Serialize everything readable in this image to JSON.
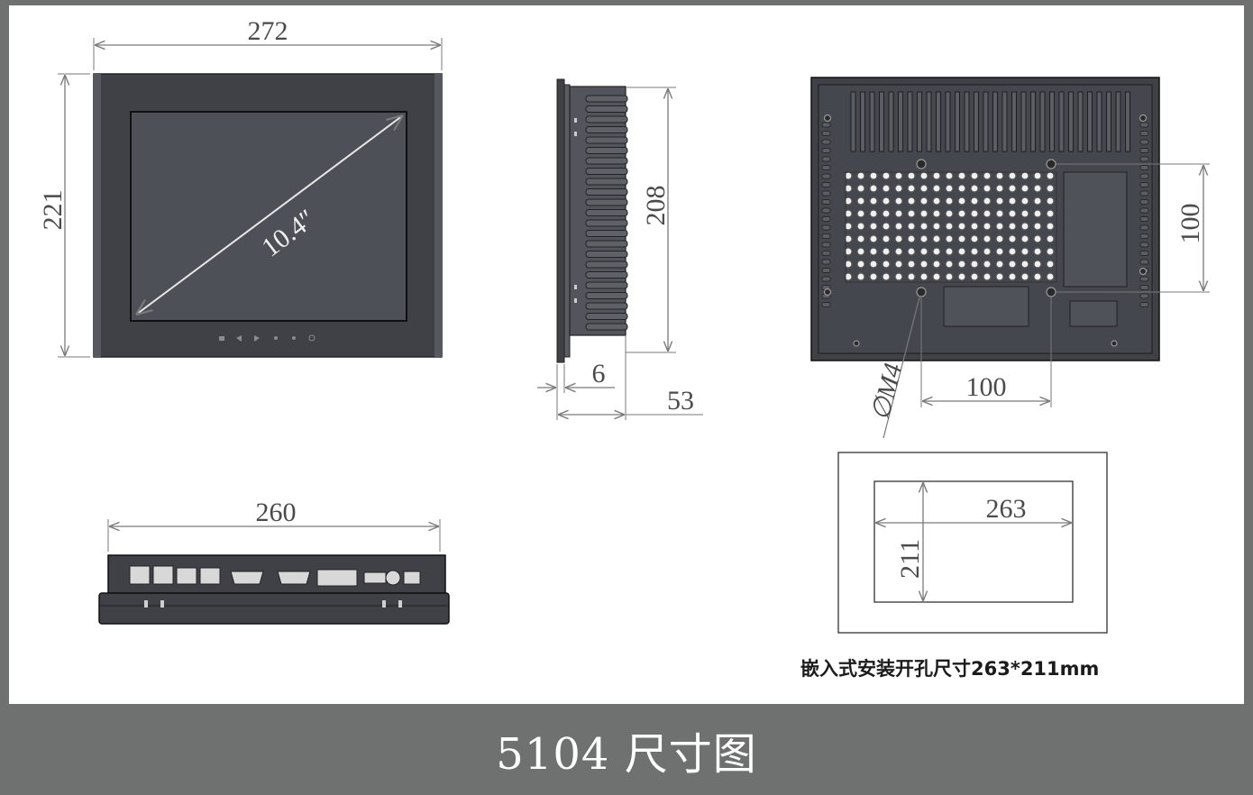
{
  "colors": {
    "frame": "#6e716f",
    "panel_body": "#3f4147",
    "screen": "#4d5057",
    "line": "#7a7a7a",
    "text": "#4a4a4a"
  },
  "front_view": {
    "width_label": "272",
    "height_label": "221",
    "diagonal_label": "10.4″"
  },
  "side_view": {
    "height_label": "208",
    "bezel_label": "6",
    "depth_label": "53"
  },
  "rear_view": {
    "hole_spacing_v_label": "100",
    "hole_spacing_h_label": "100",
    "hole_label": "∅M4"
  },
  "bottom_view": {
    "width_label": "260"
  },
  "cutout": {
    "width_label": "263",
    "height_label": "211",
    "caption": "嵌入式安装开孔尺寸263*211mm"
  },
  "footer": {
    "title": "5104 尺寸图"
  }
}
